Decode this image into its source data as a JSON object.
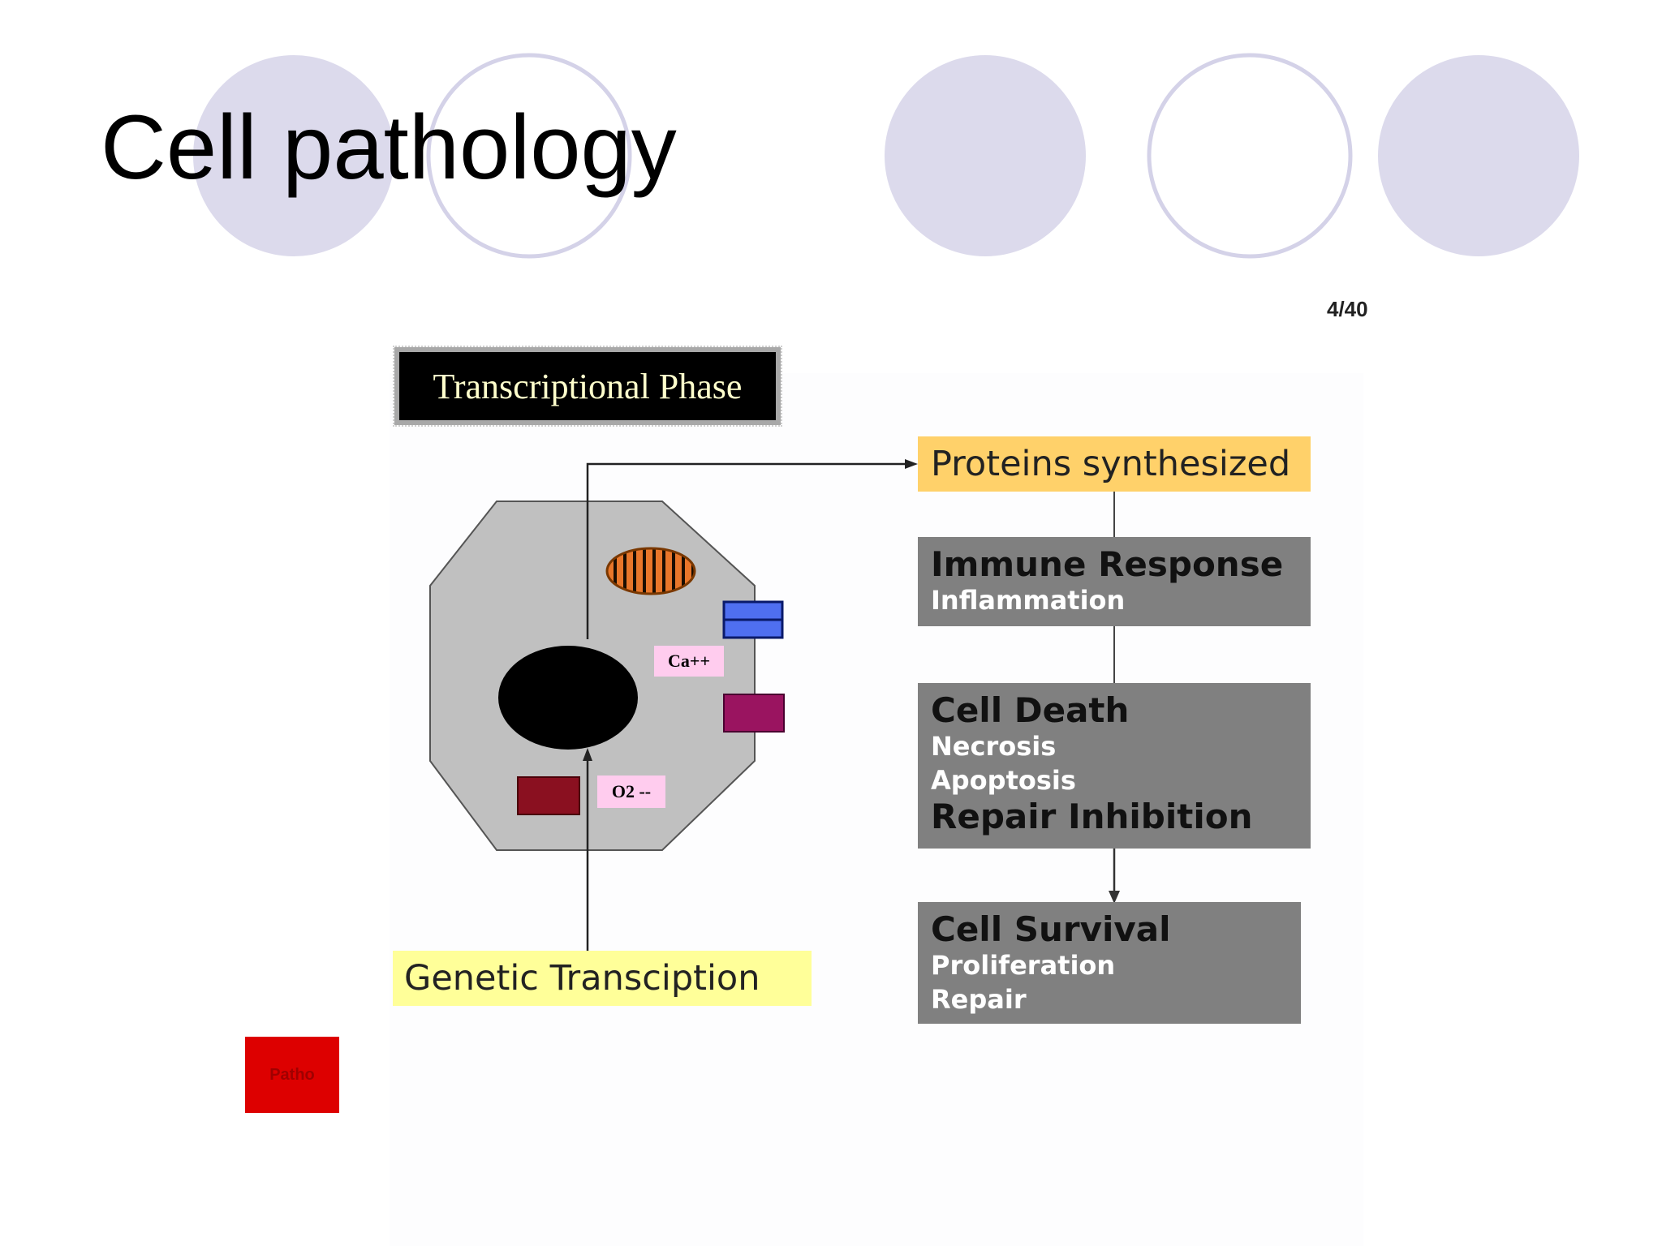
{
  "slide": {
    "title": "Cell pathology",
    "page_number": "4/40",
    "decor_circle_color": "#dcdaec",
    "decor_outline_color": "#d4d2e8"
  },
  "diagram": {
    "phase_label": "Transcriptional Phase",
    "cell": {
      "ion_label": "Ca++",
      "radical_label": "O2 --"
    },
    "proteins_label": "Proteins synthesized",
    "genetic_label": "Genetic Transciption",
    "immune": {
      "title": "Immune Response",
      "sub": "Inflammation"
    },
    "death": {
      "title": "Cell Death",
      "subs": [
        "Necrosis",
        "Apoptosis"
      ],
      "title2": "Repair Inhibition"
    },
    "survival": {
      "title": "Cell Survival",
      "subs": [
        "Proliferation",
        "Repair"
      ]
    },
    "patho_label": "Patho"
  }
}
